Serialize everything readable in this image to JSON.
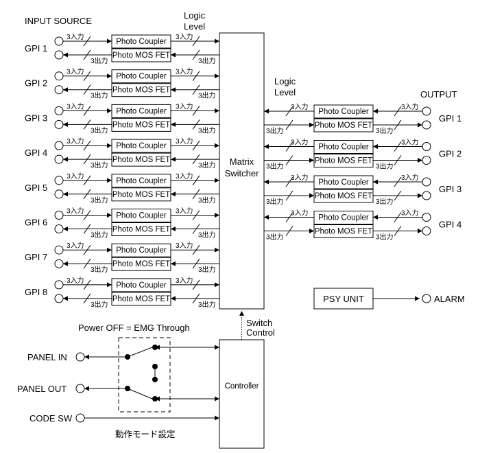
{
  "header": {
    "input_source": "INPUT SOURCE",
    "output": "OUTPUT"
  },
  "logic_level": [
    "Logic",
    "Level"
  ],
  "inputs": [
    {
      "label": "GPI 1"
    },
    {
      "label": "GPI 2"
    },
    {
      "label": "GPI 3"
    },
    {
      "label": "GPI 4"
    },
    {
      "label": "GPI 5"
    },
    {
      "label": "GPI 6"
    },
    {
      "label": "GPI 7"
    },
    {
      "label": "GPI 8"
    }
  ],
  "outputs": [
    {
      "label": "GPI 1"
    },
    {
      "label": "GPI 2"
    },
    {
      "label": "GPI 3"
    },
    {
      "label": "GPI 4"
    }
  ],
  "signals": {
    "in3": "3入力",
    "out3": "3出力"
  },
  "blocks": {
    "photo_coupler": "Photo Coupler",
    "photo_mos_fet": "Photo MOS FET",
    "matrix": [
      "Matrix",
      "Switcher"
    ],
    "controller": "Controller",
    "psy_unit": "PSY UNIT",
    "alarm": "ALARM"
  },
  "switch_control": [
    "Switch",
    "Control"
  ],
  "power_off_note": "Power OFF = EMG Through",
  "panel_in": "PANEL IN",
  "panel_out": "PANEL OUT",
  "code_sw": "CODE SW",
  "mode_setting": "動作モード設定"
}
